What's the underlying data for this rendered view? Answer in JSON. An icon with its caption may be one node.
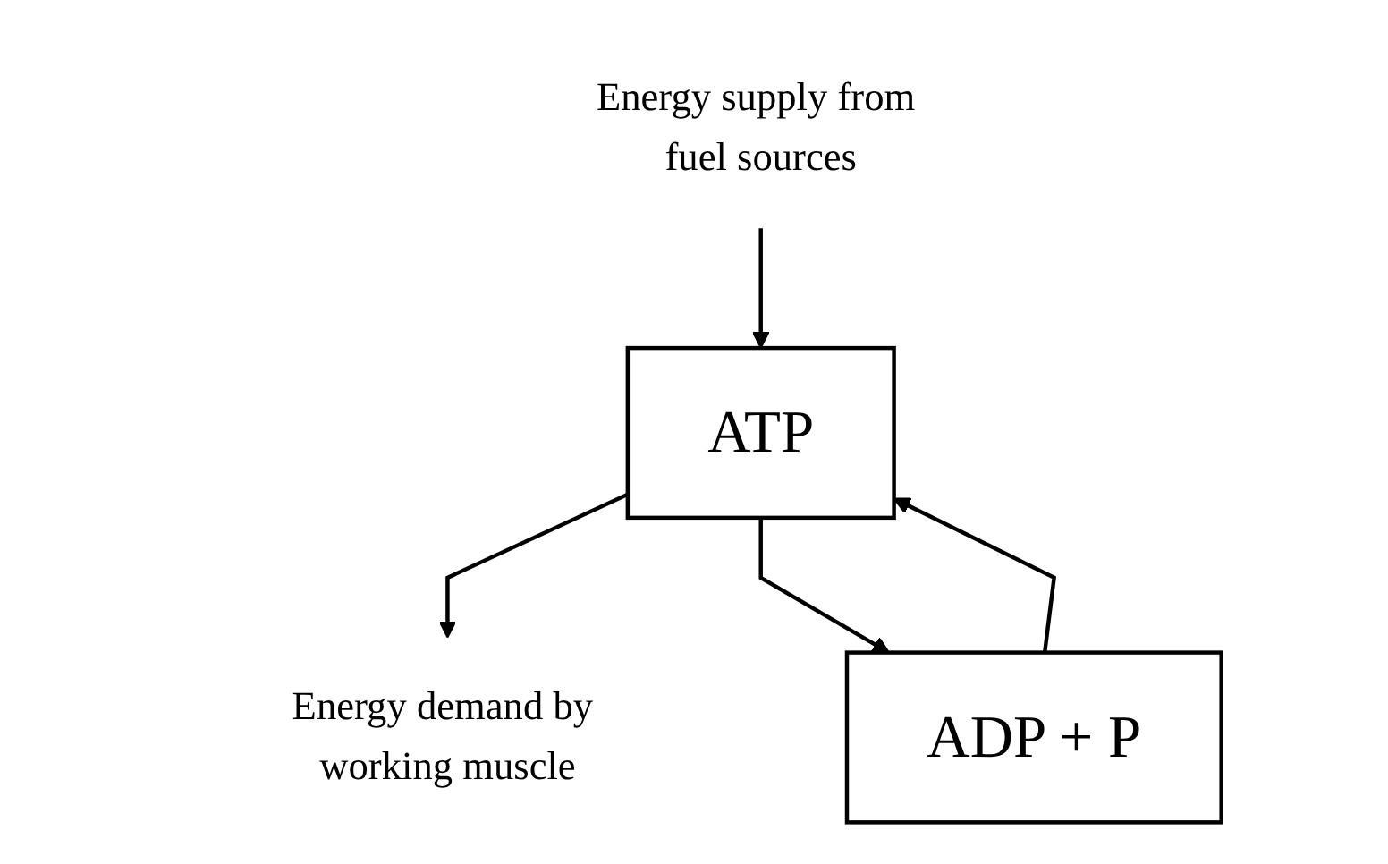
{
  "diagram": {
    "nodes": [
      {
        "text": [
          "Energy demand by working muscle"
        ]
      },
      {
        "text": [
          "Energy supply from fuel sources"
        ]
      },
      {
        "text": [
          "ADP + P"
        ]
      },
      {
        "text": [
          "ATP"
        ]
      }
    ],
    "edges": [
      {
        "from": 3,
        "to": 0,
        "arrow": "to"
      },
      {
        "from": 3,
        "to": 2,
        "arrow": "to"
      },
      {
        "from": 2,
        "to": 3,
        "arrow": "to"
      },
      {
        "from": 1,
        "to": 3,
        "arrow": "to"
      }
    ]
  }
}
